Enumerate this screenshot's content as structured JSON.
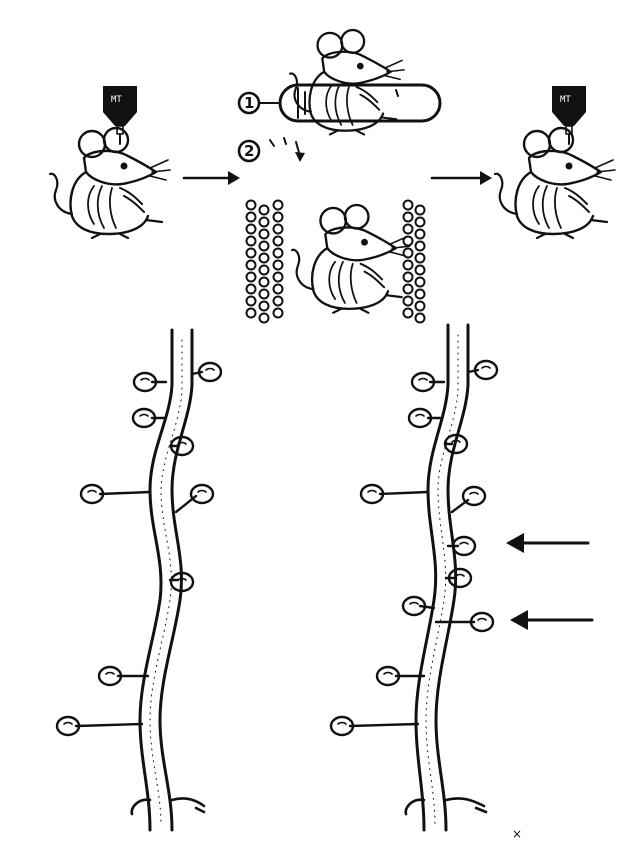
{
  "figure": {
    "steps": {
      "step1": "1",
      "step2": "2"
    },
    "injector_label": "MT",
    "stray_mark": "×"
  }
}
